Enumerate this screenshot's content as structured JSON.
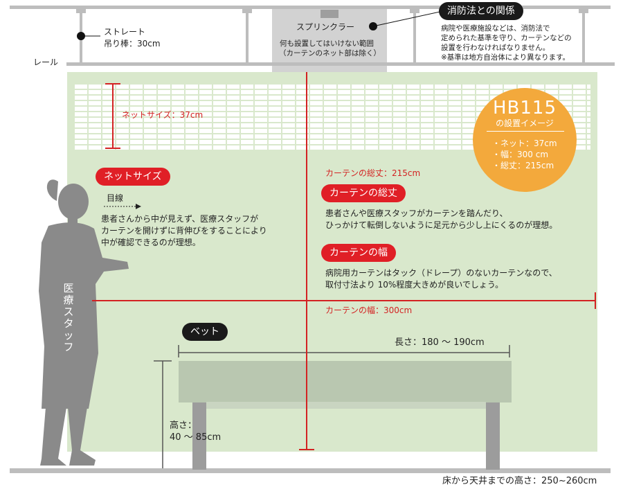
{
  "rail": {
    "rail_label": "レール",
    "rod_label_1": "ストレート",
    "rod_label_2": "吊り棒：30cm"
  },
  "sprinkler": {
    "label": "スプリンクラー",
    "note_1": "何も設置してはいけない範囲",
    "note_2": "（カーテンのネット部は除く）"
  },
  "fire_law": {
    "title": "消防法との関係",
    "lines": [
      "病院や医療施設などは、消防法で",
      "定められた基準を守り、カーテンなどの",
      "設置を行わなければなりません。",
      "※基準は地方自治体により異なります。"
    ]
  },
  "net": {
    "dimension_label": "ネットサイズ：37cm",
    "pill": "ネットサイズ",
    "eye_level": "目線",
    "desc": [
      "患者さんから中が見えず、医療スタッフが",
      "カーテンを開けずに背伸びをすることにより",
      "中が確認できるのが理想。"
    ]
  },
  "badge": {
    "model": "HB115",
    "subtitle": "の設置イメージ",
    "specs": [
      "・ネット：37cm",
      "・幅：300 cm",
      "・総丈：215cm"
    ]
  },
  "length": {
    "dimension_label": "カーテンの総丈：215cm",
    "pill": "カーテンの総丈",
    "desc": [
      "患者さんや医療スタッフがカーテンを踏んだり、",
      "ひっかけて転倒しないように足元から少し上にくるのが理想。"
    ]
  },
  "width": {
    "pill": "カーテンの幅",
    "desc": [
      "病院用カーテンはタック（ドレープ）のないカーテンなので、",
      "取付寸法より 10%程度大きめが良いでしょう。"
    ],
    "dimension_label": "カーテンの幅：300cm"
  },
  "staff": {
    "label": "医療スタッフ"
  },
  "bed": {
    "pill": "ベット",
    "length_label": "長さ：180 〜 190cm",
    "height_label_1": "高さ：",
    "height_label_2": "40 〜 85cm"
  },
  "floor_note": "床から天井までの高さ：250~260cm",
  "colors": {
    "accent_red": "#e01f26",
    "curtain_green": "#d9e8cc",
    "badge_orange": "#f3a93c",
    "bed": "#b9c7b0",
    "rail": "#bdbdbd"
  }
}
